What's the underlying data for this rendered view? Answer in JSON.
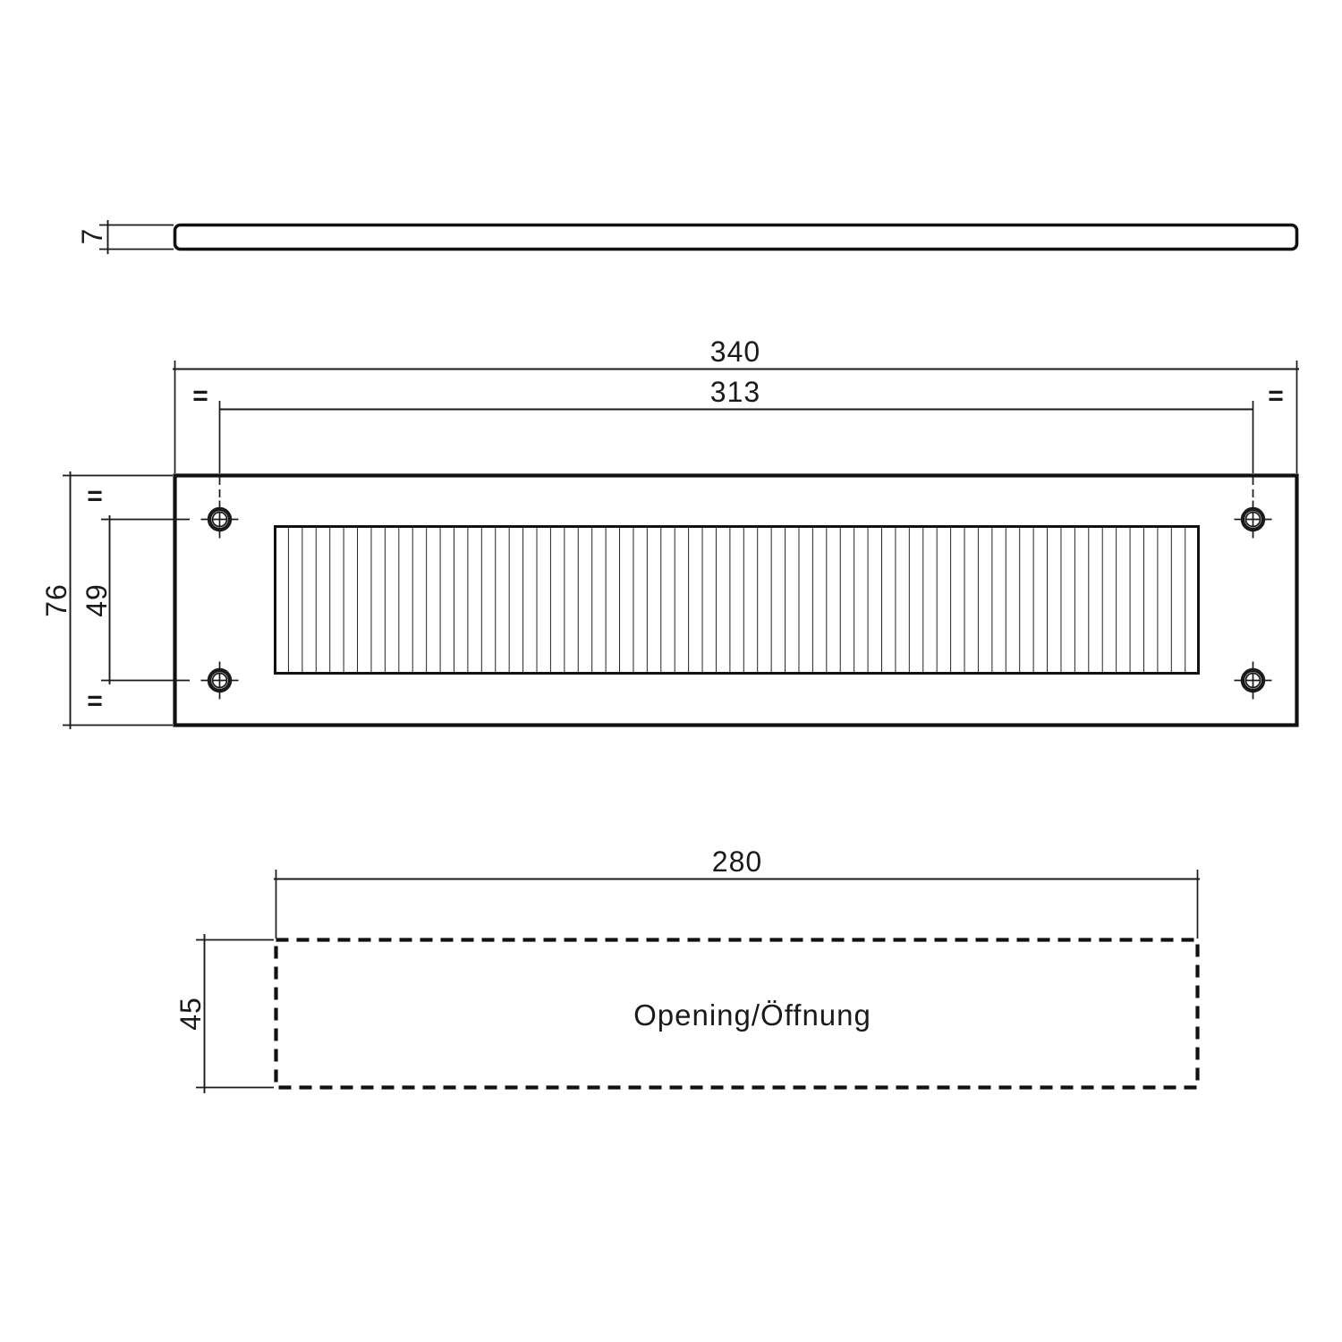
{
  "drawing": {
    "background": "#ffffff",
    "line_color": "#1a1a1a",
    "side_view": {
      "thickness": "7"
    },
    "front_view": {
      "overall_width": "340",
      "hole_spacing_horizontal": "313",
      "overall_height": "76",
      "hole_spacing_vertical": "49",
      "equal_mark": "="
    },
    "opening_view": {
      "opening_width": "280",
      "opening_height": "45",
      "label": "Opening/Öffnung"
    }
  }
}
